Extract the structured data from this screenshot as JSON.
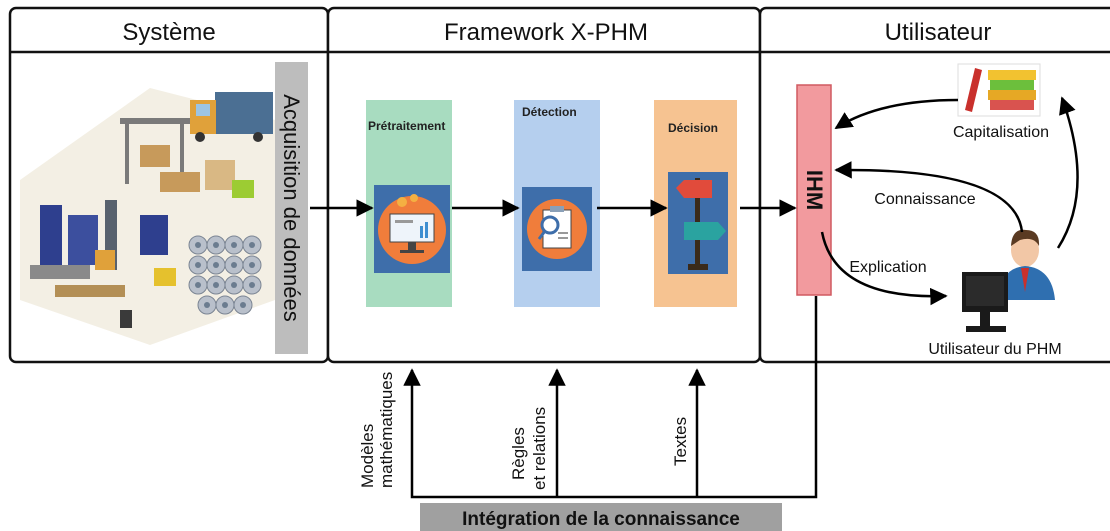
{
  "panels": {
    "systeme": "Système",
    "framework": "Framework X-PHM",
    "utilisateur": "Utilisateur"
  },
  "acquisition": "Acquisition de données",
  "stages": {
    "pretraitement": "Prétraitement",
    "detection": "Détection",
    "decision": "Décision"
  },
  "ihm": "IHM",
  "user_side": {
    "capitalisation": "Capitalisation",
    "connaissance": "Connaissance",
    "explication": "Explication",
    "utilisateur_phm": "Utilisateur du PHM"
  },
  "knowledge_inputs": {
    "modeles_line1": "Modèles",
    "modeles_line2": "mathématiques",
    "regles_line1": "Règles",
    "regles_line2": "et relations",
    "textes": "Textes"
  },
  "integration": "Intégration de la connaissance",
  "colors": {
    "pretraitement": "#a8dcc0",
    "detection": "#b5cfee",
    "decision": "#f6c391",
    "ihm": "#f29a9e",
    "acquisition_bar": "#bdbdbd",
    "integration_bar": "#a0a0a0"
  }
}
